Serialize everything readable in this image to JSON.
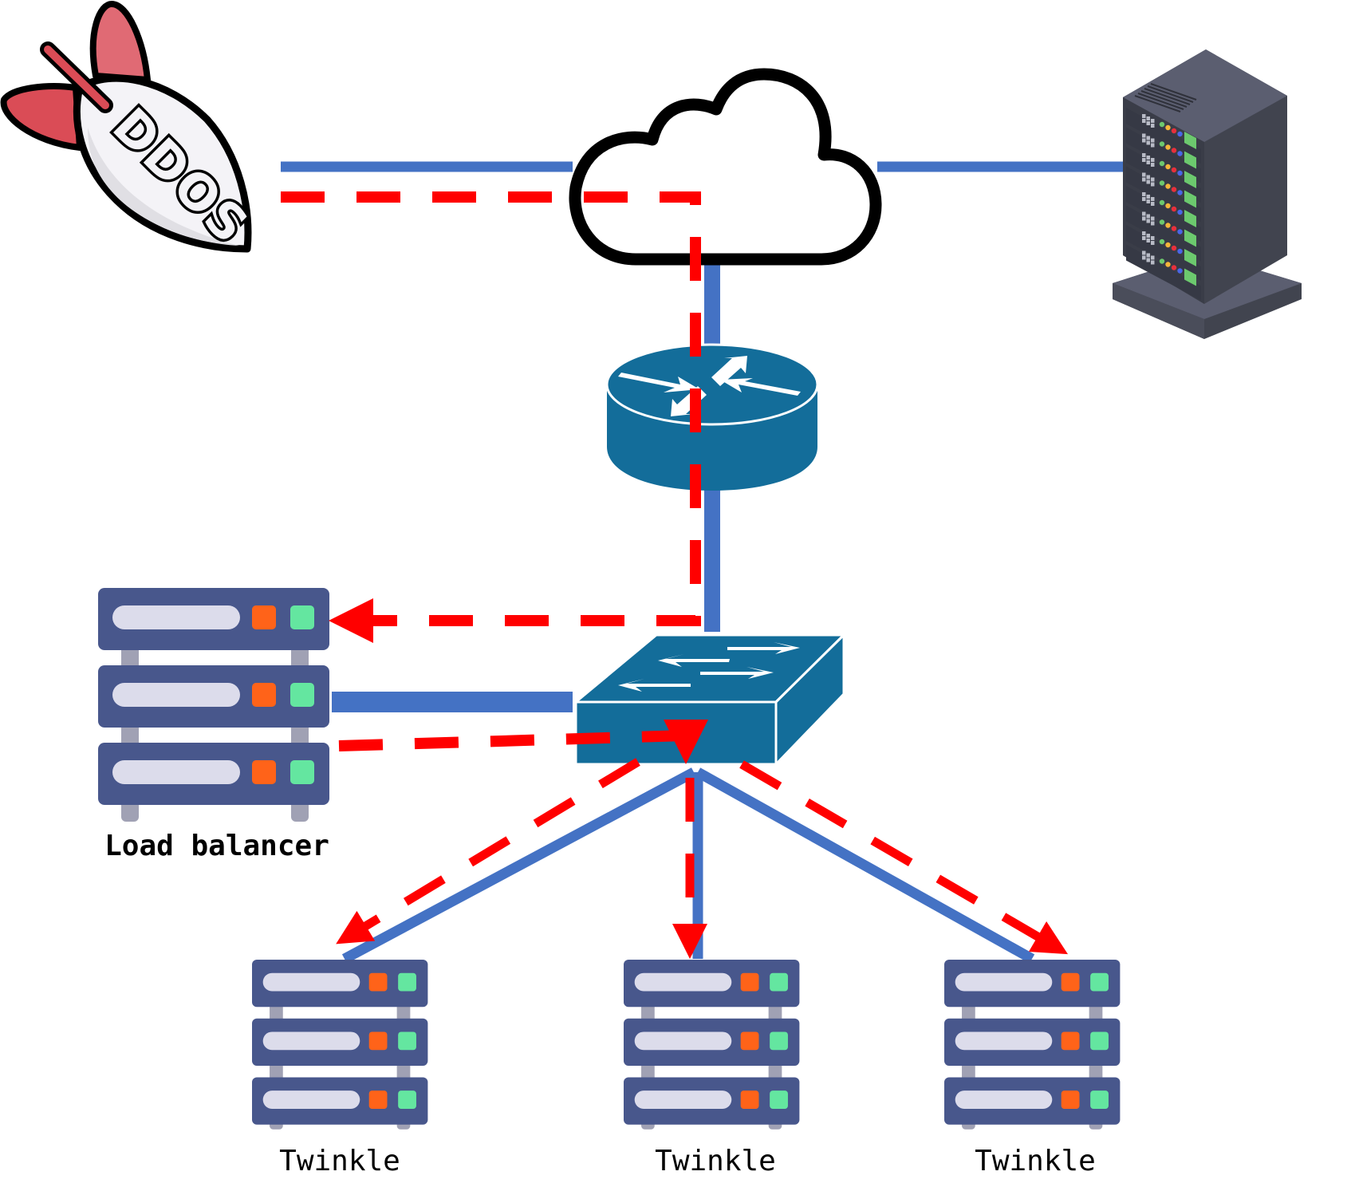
{
  "diagram": {
    "title": "DDoS attack traffic through load balancer to Twinkle servers",
    "colors": {
      "link": "#4472C4",
      "attack_path": "#FF0000",
      "cisco_blue": "#136D9A",
      "server_body": "#48578C",
      "server_bar": "#DCDCEB",
      "led_orange": "#FF6319",
      "led_green": "#64E6A0",
      "rack_dark": "#41444F",
      "rack_top": "#5B5E70"
    },
    "nodes": {
      "attacker": {
        "icon": "ddos-bomb-icon",
        "text": "DDOS"
      },
      "internet": {
        "icon": "cloud-icon"
      },
      "remote_server": {
        "icon": "server-rack-icon"
      },
      "router": {
        "icon": "router-icon"
      },
      "switch": {
        "icon": "switch-icon"
      },
      "load_balancer": {
        "icon": "server-stack-icon",
        "label": "Load balancer"
      },
      "twinkles": [
        {
          "icon": "server-stack-icon",
          "label": "Twinkle"
        },
        {
          "icon": "server-stack-icon",
          "label": "Twinkle"
        },
        {
          "icon": "server-stack-icon",
          "label": "Twinkle"
        }
      ]
    },
    "legend_semantics": {
      "solid_blue": "physical link",
      "dashed_red": "attack traffic path"
    }
  }
}
